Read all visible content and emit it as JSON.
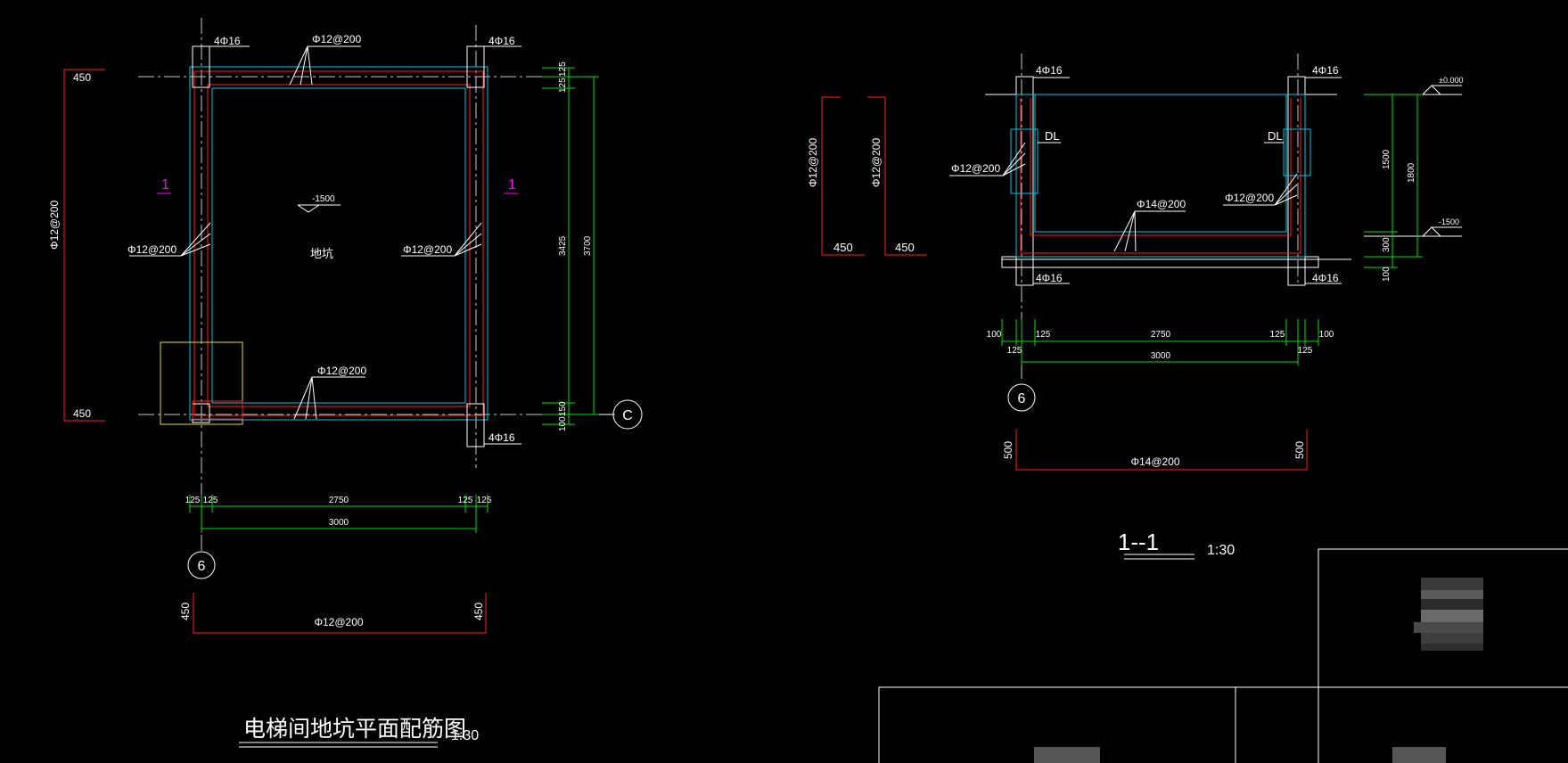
{
  "plan": {
    "title": "电梯间地坑平面配筋图",
    "scale": "1:30",
    "pit_label": "地坑",
    "pit_level": "-1500",
    "corner_top_left": "4Φ16",
    "corner_top_right": "4Φ16",
    "corner_bottom_right": "4Φ16",
    "rebar_top": "Φ12@200",
    "rebar_bottom": "Φ12@200",
    "rebar_left": "Φ12@200",
    "rebar_right": "Φ12@200",
    "section_mark_left": "1",
    "section_mark_right": "1",
    "grid_bubble_bottom": "6",
    "grid_bubble_right": "C",
    "dims_h_row1": [
      "125",
      "125",
      "2750",
      "125",
      "125"
    ],
    "dims_h_row2": "3000",
    "dims_v_right": [
      "125",
      "125",
      "3425",
      "150",
      "100"
    ],
    "dim_v_total": "3700",
    "bar_left_top": "450",
    "bar_left_bottom": "450",
    "bar_left_label": "Φ12@200",
    "bar_bottom_left": "450",
    "bar_bottom_right": "450",
    "bar_bottom_label": "Φ12@200"
  },
  "section": {
    "title": "1--1",
    "scale": "1:30",
    "corner_top_left": "4Φ16",
    "corner_top_right": "4Φ16",
    "corner_bottom_left": "4Φ16",
    "corner_bottom_right": "4Φ16",
    "dl_left": "DL",
    "dl_right": "DL",
    "rebar_left": "Φ12@200",
    "rebar_right": "Φ12@200",
    "rebar_floor": "Φ14@200",
    "level_top": "±0.000",
    "level_bottom": "-1500",
    "dims_v": [
      "1500",
      "1800",
      "300",
      "100"
    ],
    "dims_h_row1": [
      "100",
      "125",
      "2750",
      "125",
      "100"
    ],
    "dims_h_row2": [
      "125",
      "3000",
      "125"
    ],
    "grid_bubble": "6",
    "bar_left_label": "Φ12@200",
    "bar_left_len": "450",
    "bar_right_label": "Φ12@200",
    "bar_right_len": "450",
    "bar_floor_left": "500",
    "bar_floor_right": "500",
    "bar_floor_label": "Φ14@200"
  },
  "colors": {
    "background": "#000000",
    "rebar": "#ff2020",
    "concrete_edge": "#00c8e8",
    "dimension": "#00e000",
    "annotation": "#ffffff",
    "section_mark": "#ff00ff",
    "column_box": "#e8e000"
  }
}
